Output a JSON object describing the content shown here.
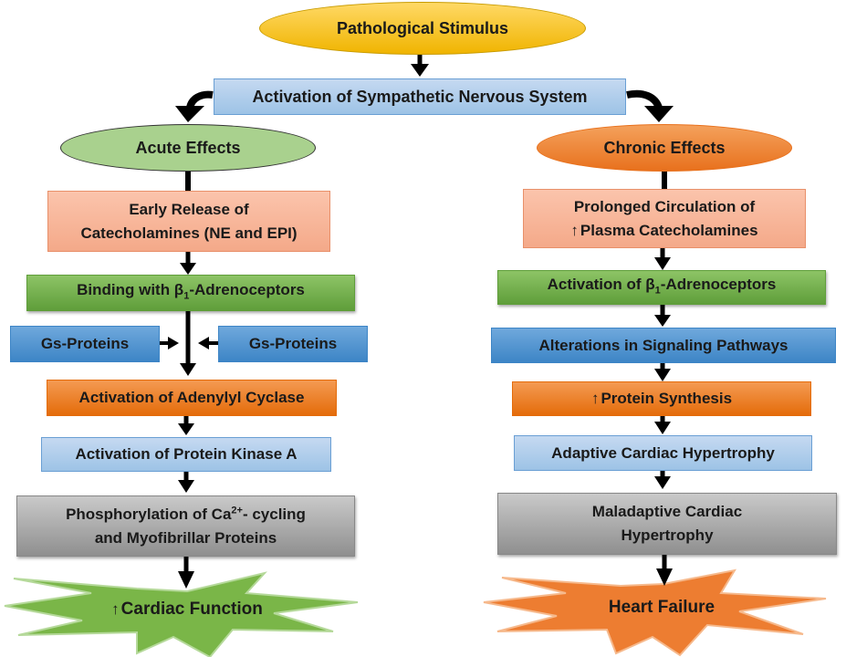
{
  "colors": {
    "stimulus": "#f0b400",
    "acute": "#a9d18e",
    "chronic": "#e8711d",
    "light_blue": "#9dc3e6",
    "blue": "#3d85c6",
    "salmon": "#f4a989",
    "green": "#5f9e3a",
    "orange": "#e46c0a",
    "gray": "#8f8f8f"
  },
  "top": {
    "stimulus": "Pathological Stimulus",
    "sns": "Activation of Sympathetic Nervous System"
  },
  "acute": {
    "title": "Acute Effects",
    "release_line1": "Early Release of",
    "release_line2": "Catecholamines (NE and EPI)",
    "binding_prefix": "Binding with β",
    "binding_sub": "1",
    "binding_suffix": "-Adrenoceptors",
    "gs_left": "Gs-Proteins",
    "gs_right": "Gs-Proteins",
    "adenylyl": "Activation of Adenylyl Cyclase",
    "pka": "Activation of Protein Kinase A",
    "phospho_prefix": "Phosphorylation of Ca",
    "phospho_sup": "2+",
    "phospho_suffix": "- cycling",
    "phospho_line2": "and Myofibrillar Proteins",
    "outcome": "Cardiac Function",
    "outcome_icon": "↑"
  },
  "chronic": {
    "title": "Chronic Effects",
    "circ_line1": "Prolonged Circulation of",
    "circ_line2": "Plasma Catecholamines",
    "circ_icon": "↑",
    "activation_prefix": "Activation of β",
    "activation_sub": "1",
    "activation_suffix": "-Adrenoceptors",
    "signaling": "Alterations in Signaling Pathways",
    "protein": "Protein Synthesis",
    "protein_icon": "↑",
    "adaptive": "Adaptive Cardiac Hypertrophy",
    "maladaptive_line1": "Maladaptive Cardiac",
    "maladaptive_line2": "Hypertrophy",
    "outcome": "Heart Failure"
  }
}
